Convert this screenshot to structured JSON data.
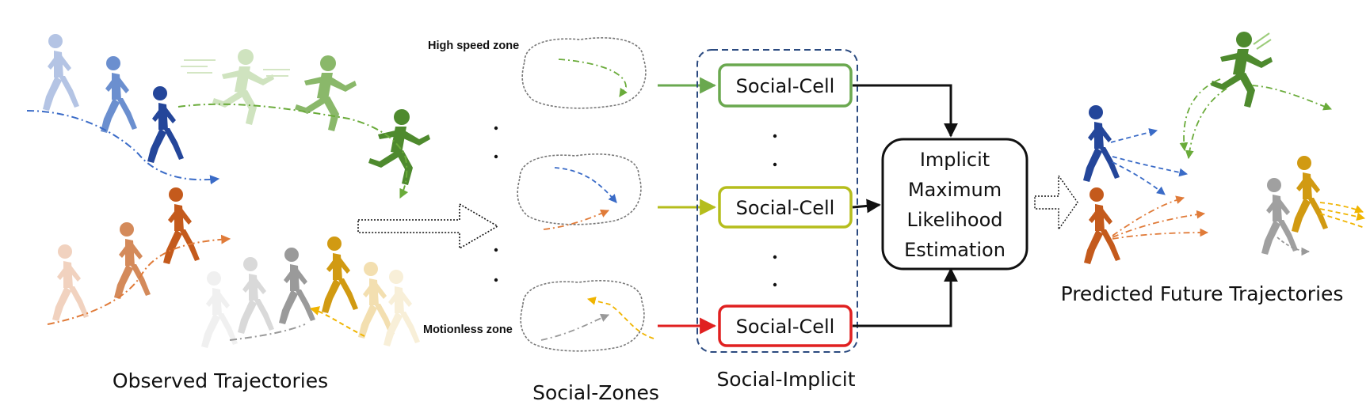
{
  "labels": {
    "observed": "Observed Trajectories",
    "zones": "Social-Zones",
    "implicit": "Social-Implicit",
    "predicted": "Predicted Future Trajectories",
    "high_speed_zone": "High speed zone",
    "motionless_zone": "Motionless zone"
  },
  "cells": [
    {
      "label": "Social-Cell",
      "color": "#6aa84f"
    },
    {
      "label": "Social-Cell",
      "color": "#b5bd1c"
    },
    {
      "label": "Social-Cell",
      "color": "#e02020"
    }
  ],
  "mle": {
    "line1": "Implicit",
    "line2": "Maximum",
    "line3": "Likelihood",
    "line4": "Estimation"
  },
  "colors": {
    "blue": "#2b4ea0",
    "green": "#4e8a2e",
    "orange": "#c8611e",
    "gold": "#d19a12",
    "gray": "#8a8a8a",
    "dashed_box": "#2b4a80"
  },
  "icons": [
    "walking-person-icon",
    "running-person-icon"
  ]
}
